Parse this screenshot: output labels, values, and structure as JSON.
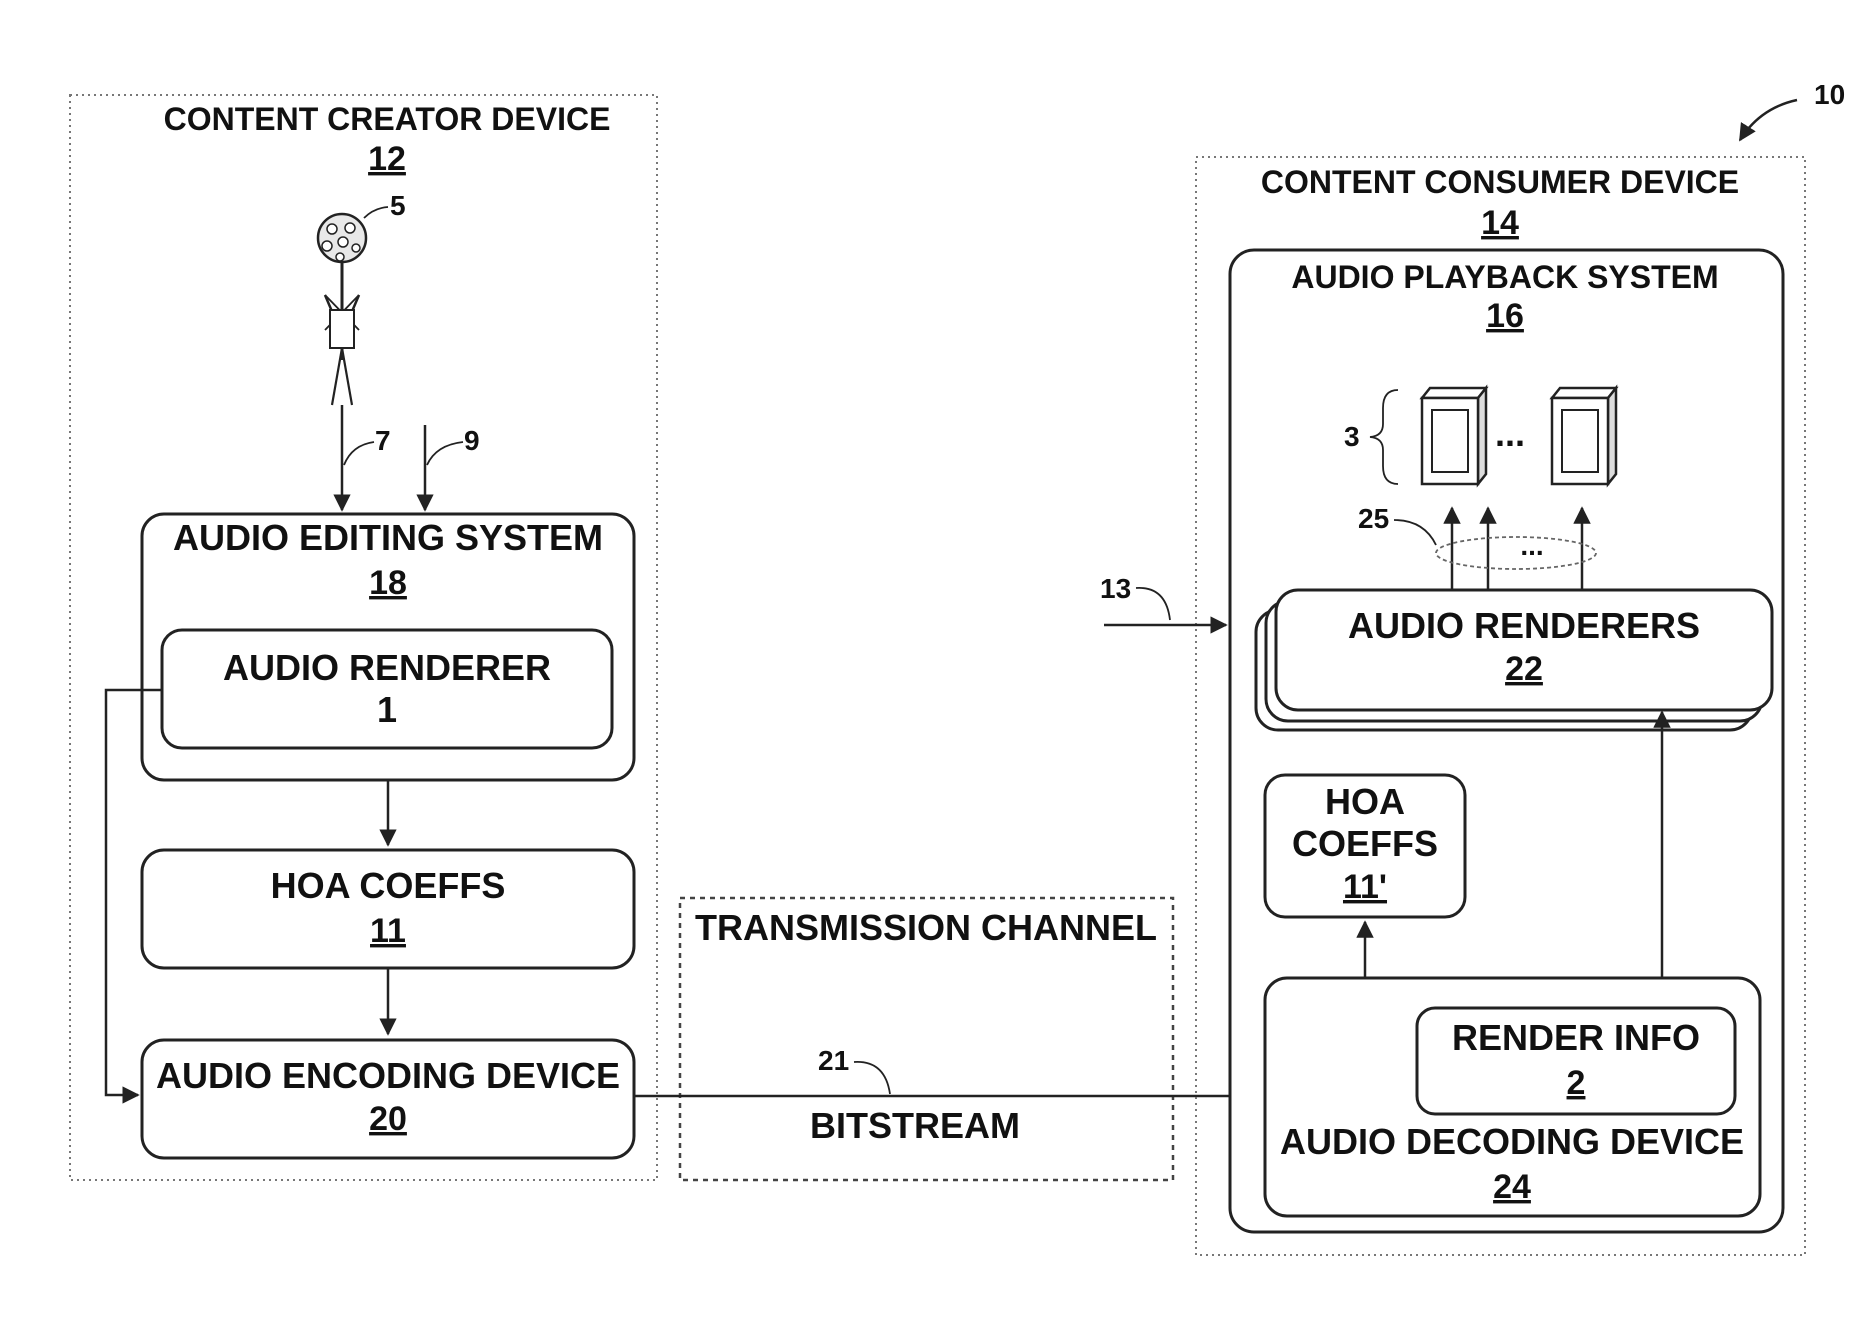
{
  "figure_ref": "10",
  "content_creator": {
    "title": "CONTENT CREATOR DEVICE",
    "number": "12",
    "mic_ref": "5",
    "input7_ref": "7",
    "input9_ref": "9",
    "audio_editing": {
      "title": "AUDIO EDITING SYSTEM",
      "number": "18"
    },
    "audio_renderer": {
      "title": "AUDIO RENDERER",
      "number": "1"
    },
    "hoa_coeffs": {
      "title": "HOA COEFFS",
      "number": "11"
    },
    "audio_encoding": {
      "title": "AUDIO ENCODING DEVICE",
      "number": "20"
    }
  },
  "transmission": {
    "title": "TRANSMISSION CHANNEL",
    "bitstream_ref": "21",
    "bitstream_label": "BITSTREAM"
  },
  "content_consumer": {
    "title": "CONTENT CONSUMER DEVICE",
    "number": "14",
    "input13_ref": "13",
    "playback": {
      "title": "AUDIO PLAYBACK SYSTEM",
      "number": "16"
    },
    "speakers_ref": "3",
    "speakers_ellipsis": "...",
    "feeds_ref": "25",
    "feeds_ellipsis": "...",
    "renderers": {
      "title": "AUDIO RENDERERS",
      "number": "22"
    },
    "hoa_coeffs": {
      "line1": "HOA",
      "line2": "COEFFS",
      "number": "11'"
    },
    "decoding": {
      "title": "AUDIO DECODING DEVICE",
      "number": "24"
    },
    "render_info": {
      "title": "RENDER INFO",
      "number": "2"
    }
  }
}
